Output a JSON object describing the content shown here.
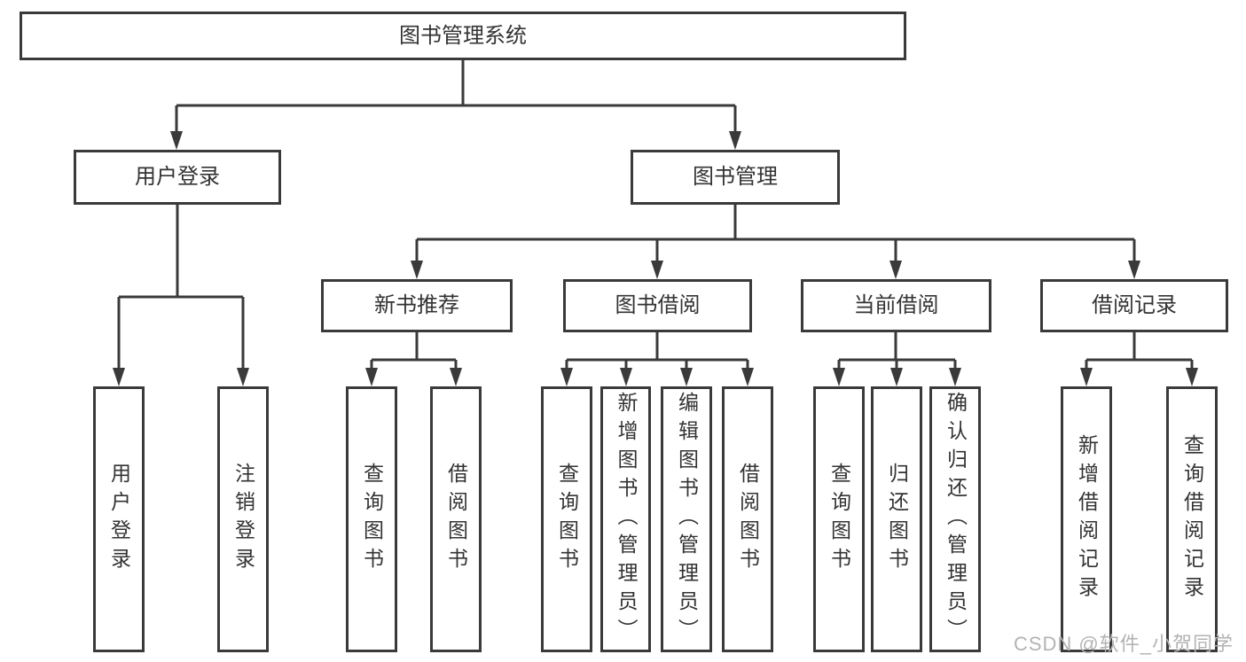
{
  "root": {
    "label": "图书管理系统"
  },
  "branches": {
    "user_login": {
      "label": "用户登录",
      "children": [
        {
          "label": "用户登录"
        },
        {
          "label": "注销登录"
        }
      ]
    },
    "book_mgmt": {
      "label": "图书管理",
      "children": [
        {
          "label": "新书推荐",
          "children": [
            {
              "label": "查询图书"
            },
            {
              "label": "借阅图书"
            }
          ]
        },
        {
          "label": "图书借阅",
          "children": [
            {
              "label": "查询图书"
            },
            {
              "label": "新增图书（管理员）"
            },
            {
              "label": "编辑图书（管理员）"
            },
            {
              "label": "借阅图书"
            }
          ]
        },
        {
          "label": "当前借阅",
          "children": [
            {
              "label": "查询图书"
            },
            {
              "label": "归还图书"
            },
            {
              "label": "确认归还（管理员）"
            }
          ]
        },
        {
          "label": "借阅记录",
          "children": [
            {
              "label": "新增借阅记录"
            },
            {
              "label": "查询借阅记录"
            }
          ]
        }
      ]
    }
  },
  "watermark": "CSDN @软件_小贺同学",
  "colors": {
    "line": "#3a3a3a",
    "text": "#333333",
    "background": "#ffffff",
    "watermark": "#b3b3b3"
  }
}
